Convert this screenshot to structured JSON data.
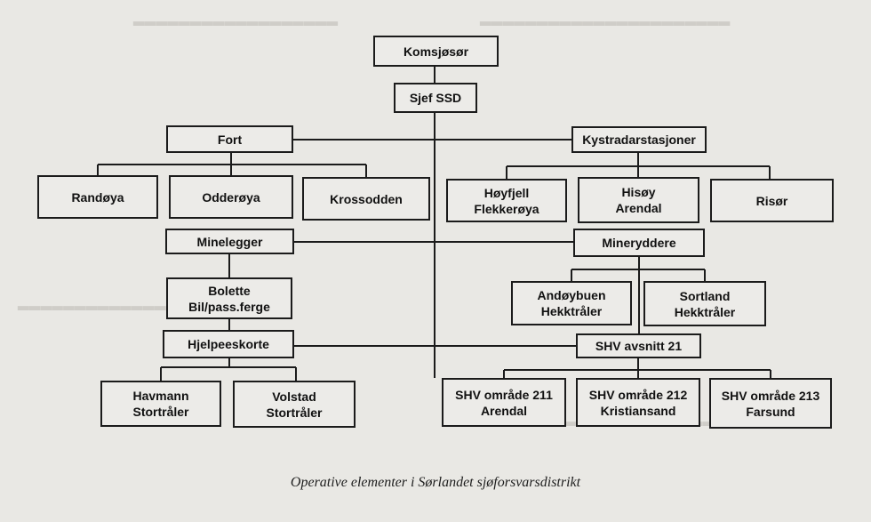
{
  "nodes": {
    "komsjosor": [
      "Komsjøsør"
    ],
    "sjef_ssd": [
      "Sjef SSD"
    ],
    "fort": [
      "Fort"
    ],
    "kystradarstasjoner": [
      "Kystradarstasjoner"
    ],
    "randoya": [
      "Randøya"
    ],
    "odderoya": [
      "Odderøya"
    ],
    "krossodden": [
      "Krossodden"
    ],
    "hoyfjell": [
      "Høyfjell",
      "Flekkerøya"
    ],
    "hisoy": [
      "Hisøy",
      "Arendal"
    ],
    "risor": [
      "Risør"
    ],
    "minelegger": [
      "Minelegger"
    ],
    "mineryddere": [
      "Mineryddere"
    ],
    "bolette": [
      "Bolette",
      "Bil/pass.ferge"
    ],
    "andoybuen": [
      "Andøybuen",
      "Hekktråler"
    ],
    "sortland": [
      "Sortland",
      "Hekktråler"
    ],
    "hjelpeeskorte": [
      "Hjelpeeskorte"
    ],
    "shv_avsnitt_21": [
      "SHV avsnitt 21"
    ],
    "havmann": [
      "Havmann",
      "Stortråler"
    ],
    "volstad": [
      "Volstad",
      "Stortråler"
    ],
    "shv_211": [
      "SHV område 211",
      "Arendal"
    ],
    "shv_212": [
      "SHV område 212",
      "Kristiansand"
    ],
    "shv_213": [
      "SHV område 213",
      "Farsund"
    ]
  },
  "caption": "Operative elementer i Sørlandet sjøforsvarsdistrikt"
}
